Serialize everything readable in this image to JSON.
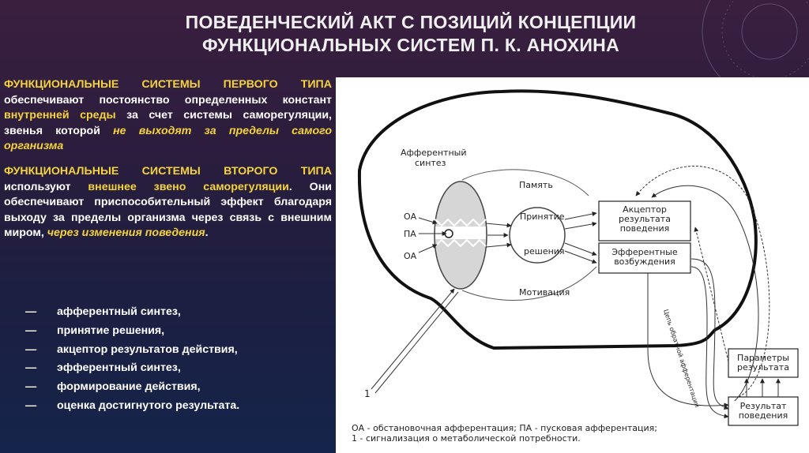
{
  "title": {
    "line1": "ПОВЕДЕНЧЕСКИЙ АКТ С ПОЗИЦИЙ КОНЦЕПЦИИ",
    "line2": "ФУНКЦИОНАЛЬНЫХ СИСТЕМ П. К. АНОХИНА"
  },
  "type1": {
    "heading": "ФУНКЦИОНАЛЬНЫЕ СИСТЕМЫ ПЕРВОГО ТИПА",
    "text_a": " обеспечивают постоянство определенных констант ",
    "highlight_a": "внутренней среды",
    "text_b": " за счет системы саморегуляции, звенья которой ",
    "highlight_b": "не выходят за пределы самого организма"
  },
  "type2": {
    "heading": "ФУНКЦИОНАЛЬНЫЕ СИСТЕМЫ ВТОРОГО ТИПА",
    "text_a": " используют ",
    "highlight_a": "внешнее звено саморегуляции",
    "text_b": ". Они обеспечивают приспособительный эффект благодаря выходу за пределы организма через связь с внешним миром, ",
    "highlight_b": "через изменения поведения",
    "text_c": "."
  },
  "stages": {
    "dash": "—",
    "items": [
      "афферентный синтез,",
      "принятие решения,",
      "акцептор результатов действия,",
      "эфферентный синтез,",
      "формирование действия,",
      "оценка достигнутого результата."
    ]
  },
  "diagram": {
    "afferent_synthesis": [
      "Афферентный",
      "синтез"
    ],
    "memory": "Память",
    "decision": [
      "Принятие",
      "решения"
    ],
    "motivation": "Мотивация",
    "oa_top": "ОА",
    "pa": "ПА",
    "oa_bottom": "ОА",
    "acceptor": [
      "Акцептор",
      "результата",
      "поведения"
    ],
    "efferent": [
      "Эфферентные",
      "возбуждения"
    ],
    "params": [
      "Параметры",
      "результата"
    ],
    "result": [
      "Результат",
      "поведения"
    ],
    "number_one": "1",
    "vertical_label": "Цепь обратной афферентации",
    "legend_line1": "ОА - обстановочная афферентация; ПА - пусковая афферентация;",
    "legend_line2": "1 - сигнализация о метаболической потребности."
  },
  "colors": {
    "highlight": "#f5d33a",
    "text": "#ffffff"
  }
}
